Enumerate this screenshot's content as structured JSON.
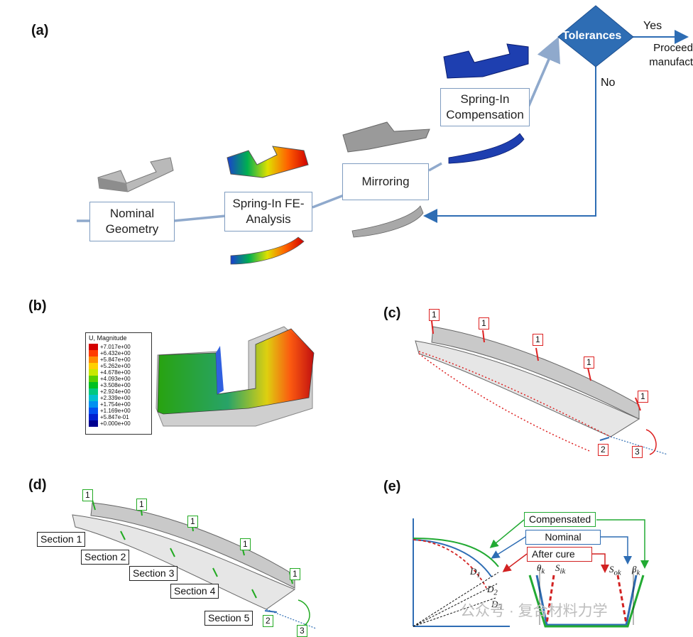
{
  "panels": {
    "a": "(a)",
    "b": "(b)",
    "c": "(c)",
    "d": "(d)",
    "e": "(e)"
  },
  "flow": {
    "nominal": "Nominal Geometry",
    "fe": "Spring-In FE-Analysis",
    "mirroring": "Mirroring",
    "compensation": "Spring-In Compensation",
    "decision": "Tolerances",
    "yes": "Yes",
    "no": "No",
    "proceed": "Proceed manufact"
  },
  "legend": {
    "title": "U, Magnitude",
    "values": [
      "+7.017e+00",
      "+6.432e+00",
      "+5.847e+00",
      "+5.262e+00",
      "+4.678e+00",
      "+4.093e+00",
      "+3.508e+00",
      "+2.924e+00",
      "+2.339e+00",
      "+1.754e+00",
      "+1.169e+00",
      "+5.847e-01",
      "+0.000e+00"
    ],
    "colors": [
      "#d40000",
      "#ff3c00",
      "#ff8c00",
      "#ffd000",
      "#c8e800",
      "#58d000",
      "#00c020",
      "#00c880",
      "#00c0d0",
      "#0090f0",
      "#0050f0",
      "#0020d0",
      "#000090"
    ]
  },
  "panel_c": {
    "tag1": "1",
    "tag2": "2",
    "tag3": "3"
  },
  "panel_d": {
    "tag1": "1",
    "tag2": "2",
    "tag3": "3",
    "sections": [
      "Section 1",
      "Section 2",
      "Section 3",
      "Section 4",
      "Section 5"
    ]
  },
  "panel_e": {
    "compensated": "Compensated",
    "nominal": "Nominal",
    "after_cure": "After cure",
    "d1": "D",
    "d1_sub": "1",
    "d2": "D",
    "d2_sub": "2",
    "d3": "D",
    "d3_sub": "3",
    "theta": "θ",
    "theta_sub": "k",
    "s_ik": "S",
    "s_ik_sub": "ik",
    "s_ok": "S",
    "s_ok_sub": "ok",
    "beta": "β",
    "beta_sub": "k"
  },
  "watermark": "公众号 · 复合材料力学",
  "colors": {
    "flow_line": "#8fa9cc",
    "decision": "#2e6db4",
    "red": "#d22222",
    "green": "#22aa33",
    "blue": "#2e6db4"
  }
}
